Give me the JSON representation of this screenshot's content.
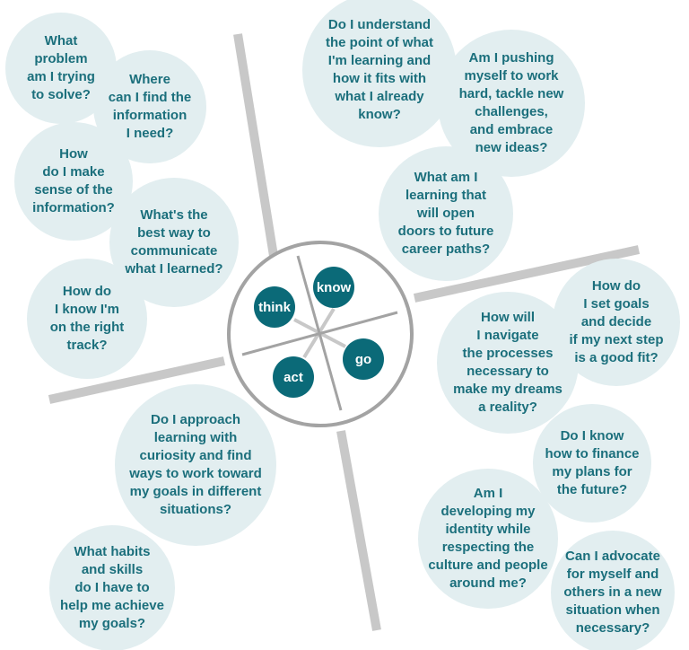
{
  "colors": {
    "bubble": "#e2eef0",
    "text": "#1b6f7c",
    "core": "#0b6a78",
    "line": "#c8c8c8"
  },
  "core": {
    "think": "think",
    "know": "know",
    "go": "go",
    "act": "act"
  },
  "bubbles": [
    {
      "id": "b1",
      "text": "What\nproblem\nam I trying\nto solve?"
    },
    {
      "id": "b2",
      "text": "Where\ncan I find the\ninformation\nI need?"
    },
    {
      "id": "b3",
      "text": "How\ndo I make\nsense of the\ninformation?"
    },
    {
      "id": "b4",
      "text": "What's the\nbest way to\ncommunicate\nwhat I learned?"
    },
    {
      "id": "b5",
      "text": "How do\nI know I'm\non the right\ntrack?"
    },
    {
      "id": "b6",
      "text": "Do I understand\nthe point of what\nI'm learning and\nhow it fits with\nwhat I already\nknow?"
    },
    {
      "id": "b7",
      "text": "Am I pushing\nmyself to work\nhard, tackle new\nchallenges,\nand embrace\nnew ideas?"
    },
    {
      "id": "b8",
      "text": "What am I\nlearning that\nwill open\ndoors  to future\ncareer paths?"
    },
    {
      "id": "b9",
      "text": "How do\nI set goals\nand decide\nif my next step\nis a good fit?"
    },
    {
      "id": "b10",
      "text": "How will\nI navigate\nthe processes\nnecessary to\nmake my dreams\na reality?"
    },
    {
      "id": "b11",
      "text": "Do I know\nhow to finance\nmy plans for\nthe future?"
    },
    {
      "id": "b12",
      "text": "Am I\ndeveloping my\nidentity while\nrespecting the\nculture and people\naround me?"
    },
    {
      "id": "b13",
      "text": "Can I advocate\nfor myself and\nothers in a new\nsituation when\nnecessary?"
    },
    {
      "id": "b14",
      "text": "Do I approach\nlearning with\ncuriosity and find\nways to work toward\nmy goals in different\nsituations?"
    },
    {
      "id": "b15",
      "text": "What habits\nand skills\ndo I have to\nhelp me achieve\nmy goals?"
    }
  ]
}
